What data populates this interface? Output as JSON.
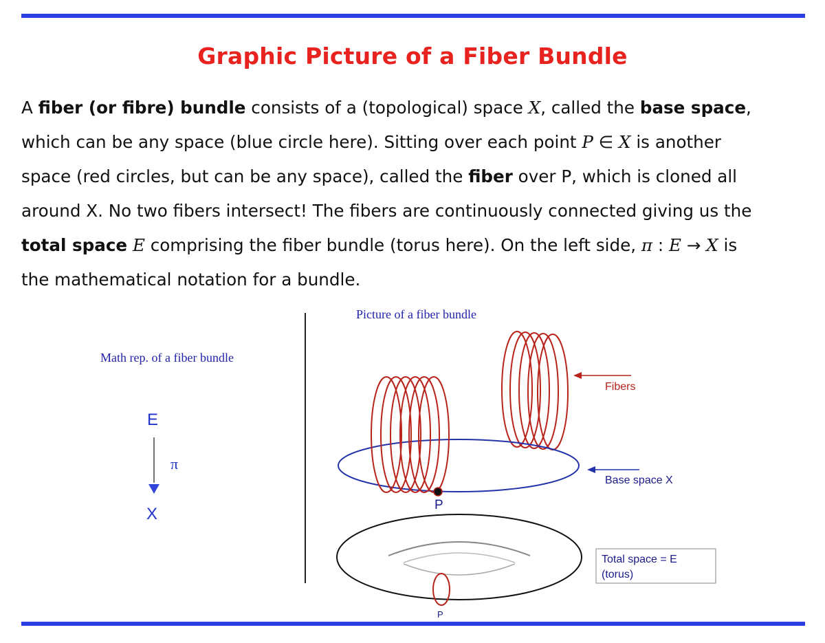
{
  "title": "Graphic Picture of a Fiber Bundle",
  "paragraph": {
    "l1": [
      "A ",
      "fiber (or fibre) bundle",
      " consists of a (topological) space ",
      "X",
      ", called the ",
      "base space",
      ","
    ],
    "l2": [
      "which can be any space (blue circle here).  Sitting over each point ",
      "P",
      " ∈ ",
      "X",
      " is another"
    ],
    "l3": [
      "space (red circles, but can be any space), called the ",
      "fiber",
      " over P, which is cloned all"
    ],
    "l4": [
      "around X. No two fibers intersect!  The fibers are continuously connected giving us the"
    ],
    "l5": [
      "total space",
      " ",
      "E",
      " comprising the fiber bundle (torus here).  On the left side, ",
      "π",
      " : ",
      "E",
      " → ",
      "X",
      " is"
    ],
    "l6": [
      "the mathematical notation for a bundle."
    ]
  },
  "figure": {
    "left_caption": "Math rep. of a fiber bundle",
    "right_caption": "Picture of a fiber bundle",
    "E": "E",
    "pi": "π",
    "X": "X",
    "fibers_label": "Fibers",
    "base_label": "Base space X",
    "P_label": "P",
    "P_label_bottom": "P",
    "total_line1": "Total space = E",
    "total_line2": "(torus)"
  },
  "colors": {
    "rule": "#2b3fe0",
    "title": "#e8231f",
    "fiber": "#b8241b",
    "base": "#2233aa",
    "caption": "#2222aa",
    "arrow_left": "#3344dd"
  }
}
